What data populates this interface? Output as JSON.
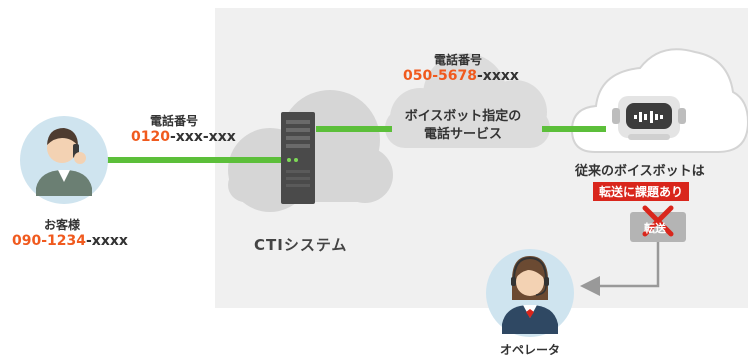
{
  "customer": {
    "label": "お客様",
    "phone_main": "090-1234",
    "phone_tail": "-xxxx"
  },
  "line_to_cti": {
    "label": "電話番号",
    "number_main": "0120",
    "number_tail": "-xxx-xxx"
  },
  "cti": {
    "label": "CTIシステム"
  },
  "voicebot_service": {
    "label_line1": "ボイスボット指定の",
    "label_line2": "電話サービス",
    "number_label": "電話番号",
    "number_main": "050-5678",
    "number_tail": "-xxxx"
  },
  "voicebot": {
    "caption": "従来のボイスボットは",
    "issue_badge": "転送に課題あり",
    "transfer_label": "転送"
  },
  "operator": {
    "label": "オペレータ"
  },
  "colors": {
    "panel_bg": "#f0f0f0",
    "line_green": "#5cbf3a",
    "accent_orange": "#f05a1e",
    "badge_red": "#d9261c",
    "text_dark": "#333333"
  }
}
